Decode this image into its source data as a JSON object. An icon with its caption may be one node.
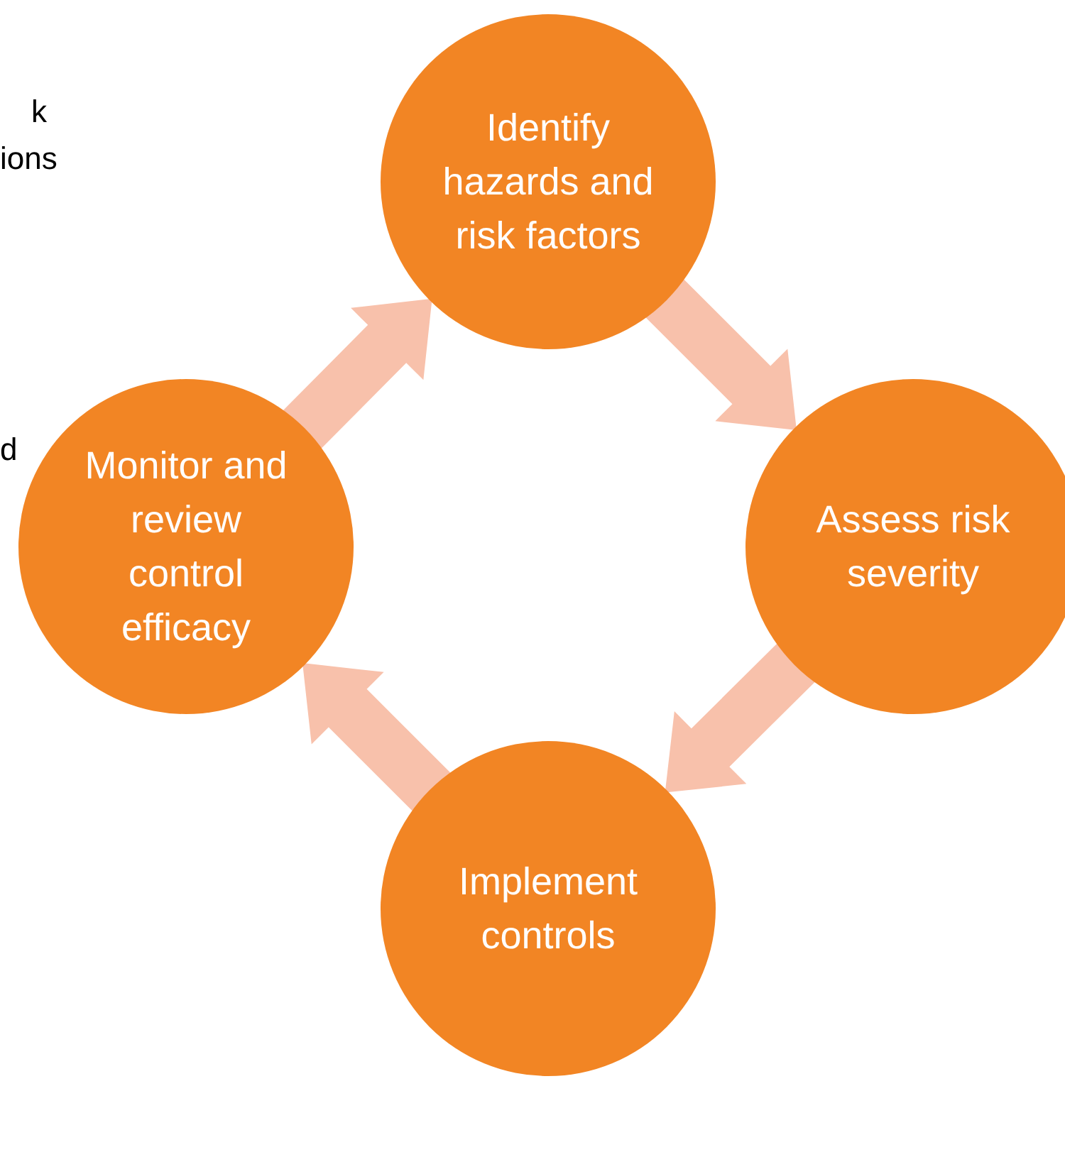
{
  "diagram": {
    "nodes": [
      {
        "text": [
          "Identify hazards and risk factors"
        ]
      },
      {
        "text": [
          "Assess risk severity"
        ]
      },
      {
        "text": [
          "Implement controls"
        ]
      },
      {
        "text": [
          "Monitor and review control efficacy"
        ]
      }
    ],
    "edges": [
      {
        "from": 0,
        "to": 1,
        "arrow": "to"
      },
      {
        "from": 1,
        "to": 2,
        "arrow": "to"
      },
      {
        "from": 2,
        "to": 3,
        "arrow": "to"
      },
      {
        "from": 3,
        "to": 0,
        "arrow": "to"
      }
    ],
    "labels": [
      "k",
      "ions",
      "d"
    ]
  }
}
